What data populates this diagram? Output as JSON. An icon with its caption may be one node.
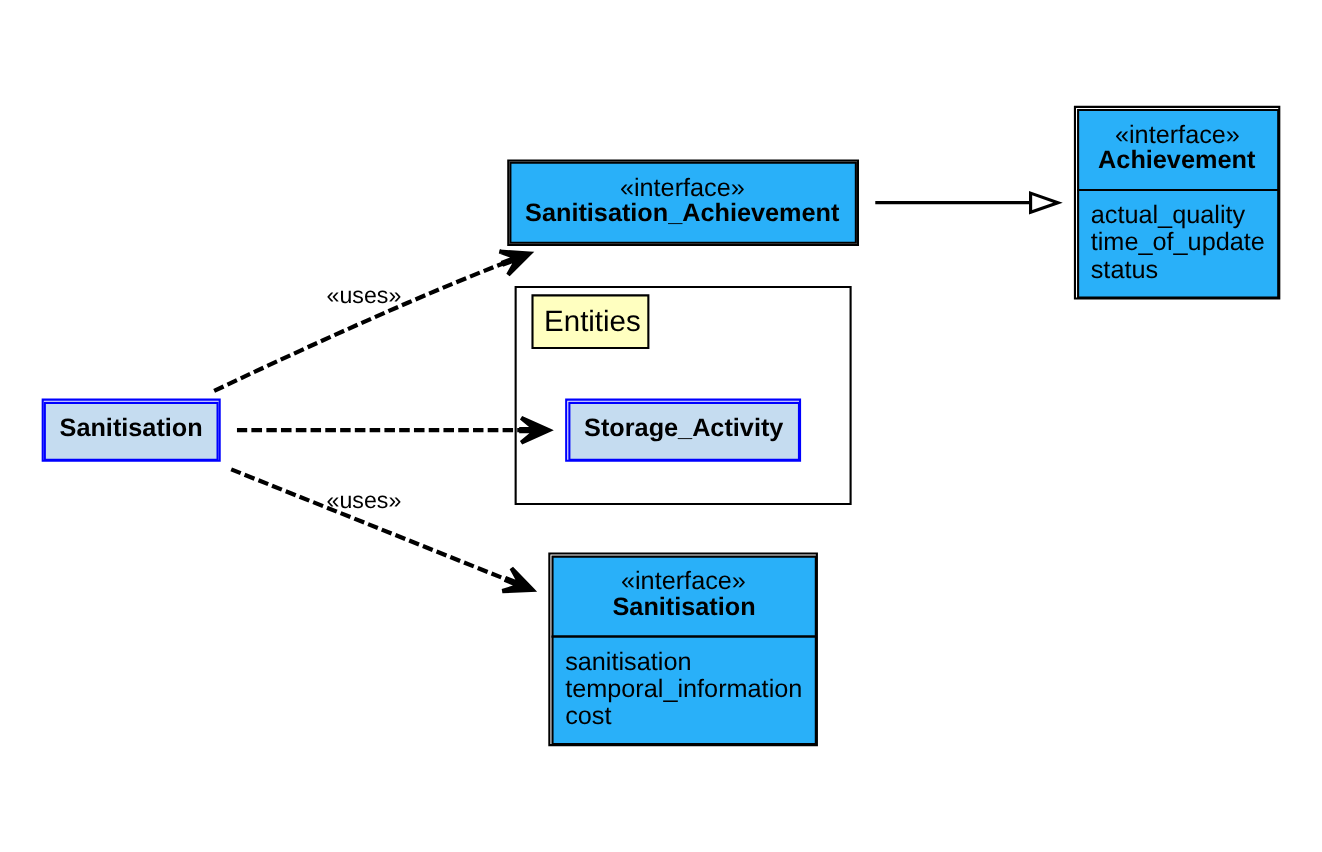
{
  "diagram": {
    "nodes": [
      {
        "text": [
          "«interface»",
          "Achievement",
          "actual_quality",
          "time_of_update",
          "status"
        ]
      },
      {
        "text": [
          "«interface»",
          "Sanitisation_Achievement"
        ]
      },
      {
        "text": [
          "Sanitisation"
        ]
      },
      {
        "text": [
          "Entities"
        ]
      },
      {
        "text": [
          "Storage_Activity"
        ],
        "in": 3
      },
      {
        "text": [
          "«interface»",
          "Sanitisation",
          "sanitisation",
          "temporal_information",
          "cost"
        ]
      }
    ],
    "edges": [
      {
        "from": 1,
        "to": 0,
        "arrow": "to"
      },
      {
        "from": 2,
        "to": 1,
        "arrow": "to",
        "label": "«uses»",
        "style": "dashed"
      },
      {
        "from": 2,
        "to": 5,
        "arrow": "to",
        "label": "«uses»",
        "style": "dashed"
      },
      {
        "from": 2,
        "to": 4,
        "arrow": "to",
        "style": "dashed"
      }
    ]
  }
}
